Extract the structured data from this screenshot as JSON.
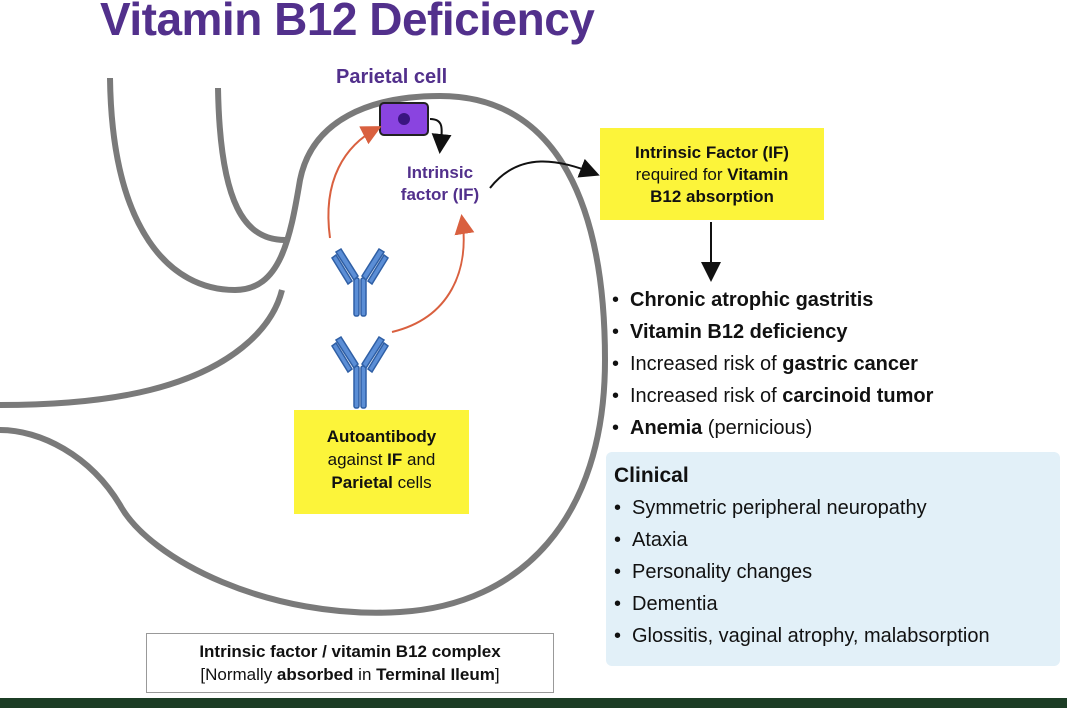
{
  "title": "Vitamin B12 Deficiency",
  "parietal_cell_label": "Parietal cell",
  "if_label": [
    "Intrinsic",
    "factor (IF)"
  ],
  "if_box": {
    "line1": "Intrinsic Factor (IF)",
    "line2_plain": "required for ",
    "line2_bold": "Vitamin",
    "line3": "B12 absorption"
  },
  "consequences": [
    {
      "bold": "Chronic atrophic gastritis",
      "plain_before": "",
      "plain_after": ""
    },
    {
      "bold": "Vitamin B12 deficiency",
      "plain_before": "",
      "plain_after": ""
    },
    {
      "bold": "gastric cancer",
      "plain_before": "Increased risk of ",
      "plain_after": ""
    },
    {
      "bold": "carcinoid tumor",
      "plain_before": "Increased risk of ",
      "plain_after": ""
    },
    {
      "bold": "Anemia",
      "plain_before": "",
      "plain_after": " (pernicious)"
    }
  ],
  "clinical": {
    "heading": "Clinical",
    "items": [
      "Symmetric peripheral neuropathy",
      "Ataxia",
      "Personality changes",
      "Dementia",
      "Glossitis, vaginal atrophy, malabsorption"
    ]
  },
  "autoantibody_box": {
    "line1": "Autoantibody",
    "line2_plain": "against ",
    "line2_bold": "IF",
    "line2_end": " and",
    "line3_bold": "Parietal",
    "line3_end": " cells"
  },
  "complex_box": {
    "line1": "Intrinsic factor / vitamin B12 complex",
    "line2_a": "[Normally ",
    "line2_b": "absorbed",
    "line2_c": " in ",
    "line2_d": "Terminal Ileum",
    "line2_e": "]"
  },
  "bullet_char": "•",
  "colors": {
    "title": "#52308c",
    "highlight": "#fcf43a",
    "clinical_bg": "#e2f0f8",
    "antibody": "#4a7fc1",
    "arrow_red": "#d9603f",
    "cell": "#8a44e0",
    "stomach_outline": "#7a7a7a",
    "footer": "#1c3d25"
  }
}
